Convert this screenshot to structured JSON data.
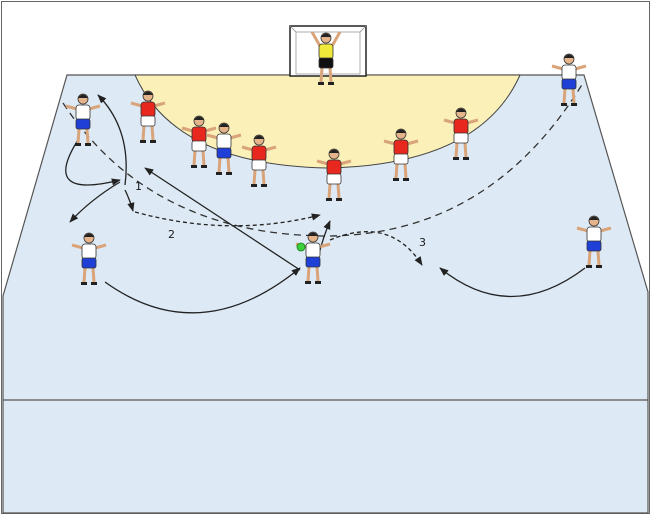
{
  "diagram": {
    "court": {
      "floor_color": "#dde9f4",
      "zone_color": "#faf0b8",
      "line_color": "#444444"
    },
    "teams": {
      "attack": {
        "shirt": "#ffffff",
        "shorts": "#1f3fd6"
      },
      "defense": {
        "shirt": "#e8281e",
        "shorts": "#ffffff"
      },
      "goalkeeper": {
        "shirt": "#f0ea3a",
        "shorts": "#111111"
      }
    },
    "ball_color": "#3bd13b",
    "labels": {
      "phase1": "1",
      "phase2": "2",
      "phase3": "3"
    }
  }
}
